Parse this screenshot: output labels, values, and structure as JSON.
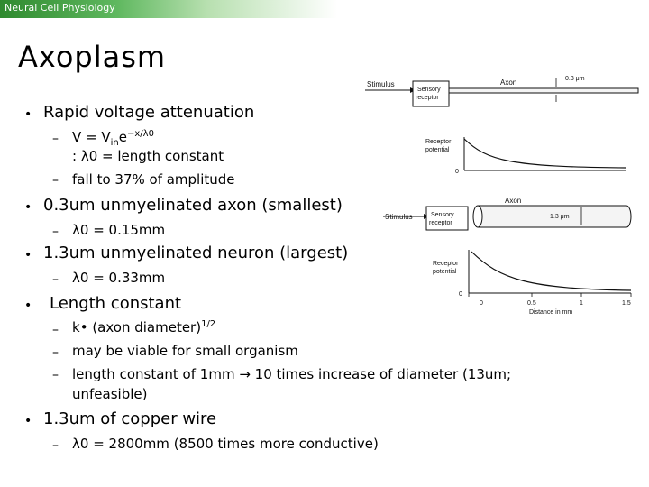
{
  "header": {
    "title": "Neural Cell Physiology"
  },
  "slide": {
    "title": "Axoplasm",
    "b1": {
      "text": "Rapid voltage attenuation",
      "s1a_v": "V = V",
      "s1a_sub": "in",
      "s1a_e": "e",
      "s1a_exp": "−x/λ0",
      "s1b": ": λ0 = length constant",
      "s2": "fall to 37% of amplitude"
    },
    "b2": {
      "text": "0.3um unmyelinated axon (smallest)",
      "s1": "λ0 =  0.15mm"
    },
    "b3": {
      "text": "1.3um unmyelinated neuron (largest)",
      "s1": "λ0 = 0.33mm"
    },
    "b4": {
      "text": "Length constant",
      "s1_pre": "k",
      "s1_mid": "(axon diameter)",
      "s1_sup": "1/2",
      "s2": "may be viable for small organism",
      "s3a": "length constant of 1mm → 10 times increase of diameter (13um;",
      "s3b": "unfeasible)"
    },
    "b5": {
      "text": "1.3um of copper wire",
      "s1": "λ0 = 2800mm (8500 times more conductive)"
    }
  },
  "figure": {
    "top": {
      "axon_label": "Axon",
      "diameter_label": "0.3 μm",
      "stimulus": "Stimulus",
      "sensory_1": "Sensory",
      "sensory_2": "receptor",
      "receptor_1": "Receptor",
      "receptor_2": "potential",
      "zero": "0"
    },
    "bottom": {
      "axon_label": "Axon",
      "diameter_label": "1.3 μm",
      "stimulus": "Stimulus",
      "sensory_1": "Sensory",
      "sensory_2": "receptor",
      "receptor_1": "Receptor",
      "receptor_2": "potential",
      "axis_ticks": [
        "0",
        "0",
        "0.5",
        "1",
        "1.5"
      ],
      "axis_label": "Distance in mm"
    }
  }
}
